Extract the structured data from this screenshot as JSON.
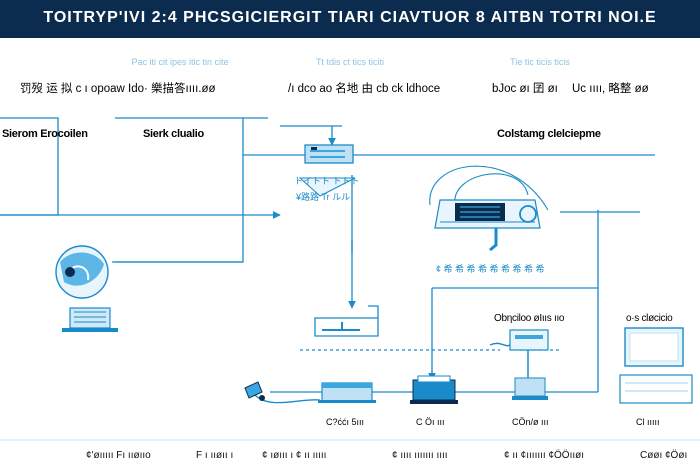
{
  "header": {
    "title": "TOITRYP'IVI 2:4 PHCSGICIERGIT TIARI  CIAVTUOR 8 AITBN TOTRI NOI.E"
  },
  "subtitles": [
    "Pac iti cit ipes itic tin cite",
    "Tt tdis ct tics ticiti",
    "Tie tic ticis ticis"
  ],
  "column_headers": [
    "罚歿  运  拟 c  ı opoaw Ido· 樂描答ıııı.øø",
    "/ı  dco ao 名地 由 cb ck ldhoce",
    "bJoc øı  囝 øı",
    "Uc ıııı, 略整 øø"
  ],
  "nodes": {
    "server_ecosystem": "Sierom Erocoilen",
    "sierk_cluster": "Sierk clualio",
    "cloud_component": "Colstamg clelciepme"
  },
  "mid_labels": {
    "transmitter_caption": "トイトト トトト",
    "transmitter_caption_2": "¥路路 Tr ルル",
    "cloud_caption": "¢ 希 希 希  希 希 希 希 希 希",
    "device_label": "Obηciloo  øIııs ııo",
    "monitor_label": "o·s  cløcicio"
  },
  "component_labels": [
    "C?ććı 5ııı",
    "C Öı ııı",
    "CÖn/ø ııı",
    "Cl ııııı"
  ],
  "footer": [
    "¢'øııııı  Fı  ııøııo",
    "F  ı ııøıı  ı",
    "¢ ıøııı ı  ¢ ıı  ııııı",
    "¢ ıııı  ııııııı ıııı",
    "¢ ıı  ¢ııııııı ¢ÖÖııøı",
    "Cøøı ¢Öøı"
  ],
  "colors": {
    "header_bg": "#0b2c4e",
    "line": "#1a8bc9",
    "accent": "#3aa7e0",
    "light": "#bfe1f3"
  },
  "icons": [
    "globe-icon",
    "laptop-icon",
    "server-rack-icon",
    "transmitter-icon",
    "database-icon",
    "cloud-tunnel-icon",
    "router-icon",
    "printer-icon",
    "monitor-icon",
    "switch-icon",
    "camera-icon"
  ]
}
